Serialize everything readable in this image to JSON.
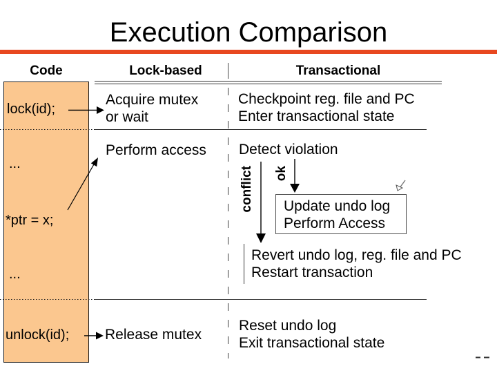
{
  "title": "Execution Comparison",
  "colors": {
    "accent_rule": "#e8481f",
    "code_box_fill": "#fbc78f"
  },
  "columns": {
    "code": "Code",
    "lock_based": "Lock-based",
    "transactional": "Transactional"
  },
  "code": {
    "items": [
      "lock(id);",
      "...",
      "*ptr = x;",
      "...",
      "unlock(id);"
    ]
  },
  "lock_based": {
    "acquire_line1": "Acquire mutex",
    "acquire_line2": "or wait",
    "perform": "Perform access",
    "release": "Release mutex"
  },
  "transactional": {
    "checkpoint_line1": "Checkpoint reg. file and PC",
    "checkpoint_line2": "Enter transactional state",
    "detect": "Detect violation",
    "conflict_label": "conflict",
    "ok_label": "ok",
    "update_line1": "Update undo log",
    "update_line2": "Perform Access",
    "revert_line1": "Revert undo log, reg. file and PC",
    "revert_line2": "Restart transaction",
    "reset_line1": "Reset undo log",
    "reset_line2": "Exit transactional state"
  }
}
